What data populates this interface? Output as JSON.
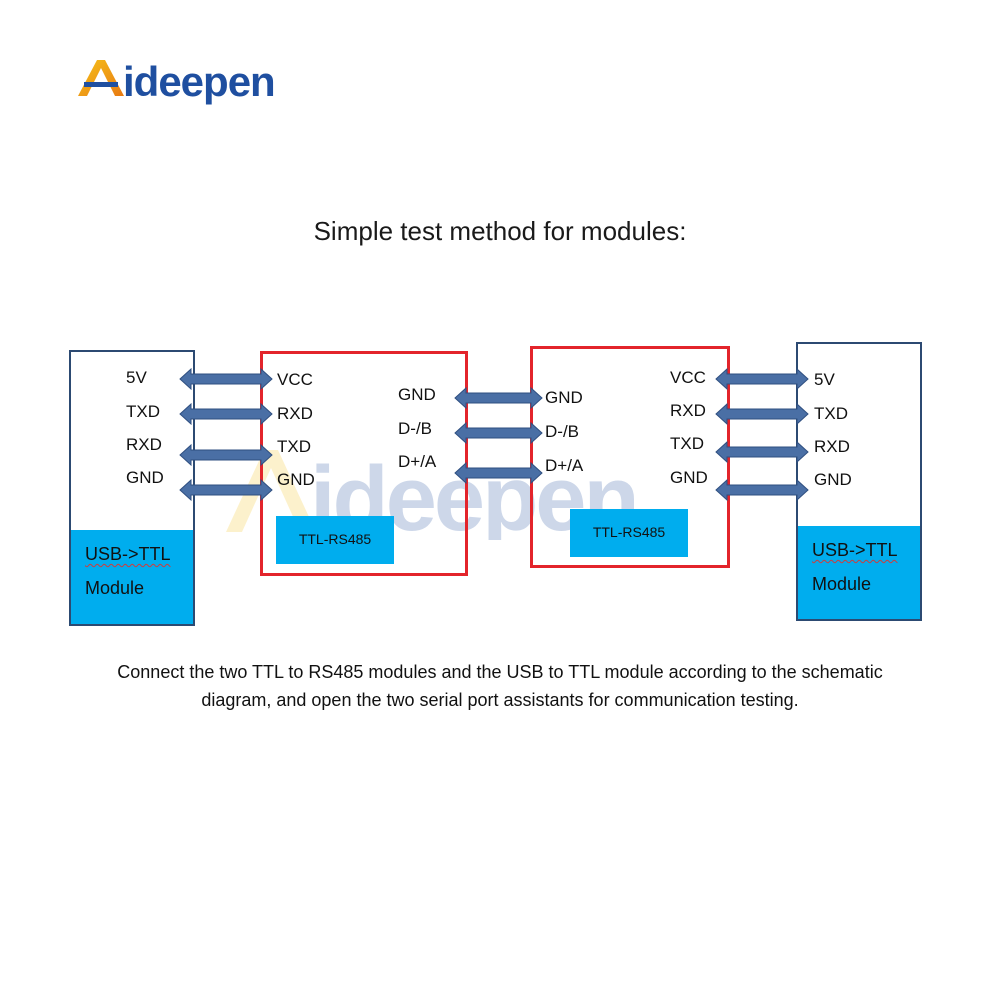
{
  "brand": {
    "name": "Aideepen"
  },
  "title": "Simple test method for modules:",
  "diagram": {
    "left_usb": {
      "pins": [
        "5V",
        "TXD",
        "RXD",
        "GND"
      ],
      "label_line1": "USB->TTL",
      "label_line2": "Module"
    },
    "left_rs485": {
      "left_pins": [
        "VCC",
        "RXD",
        "TXD",
        "GND"
      ],
      "right_pins": [
        "GND",
        "D-/B",
        "D+/A"
      ],
      "label": "TTL-RS485"
    },
    "right_rs485": {
      "left_pins": [
        "GND",
        "D-/B",
        "D+/A"
      ],
      "right_pins": [
        "VCC",
        "RXD",
        "TXD",
        "GND"
      ],
      "label": "TTL-RS485"
    },
    "right_usb": {
      "pins": [
        "5V",
        "TXD",
        "RXD",
        "GND"
      ],
      "label_line1": "USB->TTL",
      "label_line2": "Module"
    }
  },
  "caption": {
    "line1": "Connect the two TTL to RS485 modules and the USB to TTL module according to the schematic",
    "line2": "diagram, and open the two serial port assistants for communication testing."
  },
  "colors": {
    "arrow": "#4a6fa5",
    "module_blue": "#00adee",
    "rs485_border": "#e3242b",
    "usb_border": "#2c4a72"
  }
}
